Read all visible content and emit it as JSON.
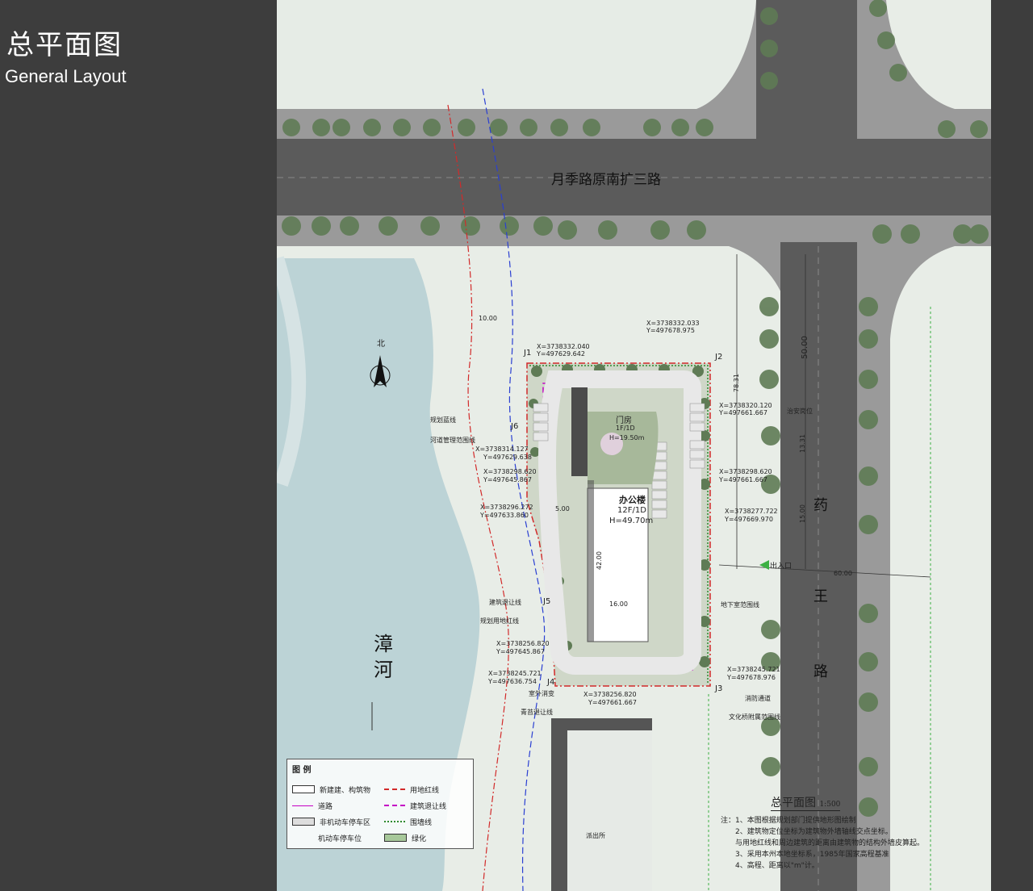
{
  "header": {
    "title": "总平面图",
    "subtitle": "General Layout"
  },
  "roads": {
    "north": "月季路原南扩三路",
    "east_chars": [
      "药",
      "王",
      "路"
    ],
    "river_chars": [
      "漳",
      "河"
    ]
  },
  "compass": "北",
  "building": {
    "name": "办公楼",
    "floors": "12F/1D",
    "height": "H=49.70m",
    "dim_len": "42.00",
    "dim_wid": "16.00"
  },
  "annex": {
    "name": "门房",
    "floors": "1F/1D",
    "height": "H=19.50m"
  },
  "entrance": "出入口",
  "dimensions": {
    "setback": "10.00",
    "d50": "50.00",
    "d1331": "13.31",
    "d15": "15.00",
    "d78": "78.31",
    "d60": "60.00",
    "d5": "5.00"
  },
  "points": {
    "j1": "J1",
    "j2": "J2",
    "j3": "J3",
    "j4": "J4",
    "j5": "J5",
    "j6": "J6"
  },
  "coords": {
    "c1x": "X=3738332.040",
    "c1y": "Y=497629.642",
    "c2x": "X=3738332.033",
    "c2y": "Y=497678.975",
    "c3x": "X=3738320.120",
    "c3y": "Y=497661.667",
    "c4x": "X=3738314.127",
    "c4y": "Y=497629.638",
    "c5x": "X=3738298.620",
    "c5y": "Y=497645.867",
    "c6x": "X=3738296.272",
    "c6y": "Y=497633.860",
    "c7x": "X=3738298.620",
    "c7y": "Y=497661.667",
    "c8x": "X=3738277.722",
    "c8y": "Y=497669.970",
    "c9x": "X=3738256.820",
    "c9y": "Y=497645.867",
    "c10x": "X=3738245.721",
    "c10y": "Y=497636.754",
    "c11x": "X=3738256.820",
    "c11y": "Y=497661.667",
    "c12x": "X=3738245.721",
    "c12y": "Y=497678.976"
  },
  "callouts": {
    "planning_line": "规划蓝线",
    "river_line": "河道管理范围线",
    "build_line": "建筑退让线",
    "red_line": "规划用地红线",
    "outdoor": "室外消变",
    "green_line": "青苔退让线",
    "security": "治安岗位",
    "basement": "地下室范围线",
    "fire": "消防通道",
    "civil": "文化桥附属范围线"
  },
  "police": "派出所",
  "legend": {
    "title": "图 例",
    "items": [
      {
        "label": "新建建、构筑物",
        "label2": "用地红线"
      },
      {
        "label": "道路",
        "label2": "建筑退让线"
      },
      {
        "label": "非机动车停车区",
        "label2": "围墙线"
      },
      {
        "label": "机动车停车位",
        "label2": "绿化"
      }
    ]
  },
  "notes": {
    "title": "总平面图",
    "scale": "1:500",
    "lines": [
      "注：1、本图根据规划部门提供地形图绘制",
      "2、建筑物定位坐标为建筑物外墙轴线交点坐标。",
      "与用地红线和周边建筑的距离由建筑物的结构外墙皮算起。",
      "3、采用本州本地坐标系，1985年国家高程基准",
      "4、高程、距离以\"m\"计。"
    ]
  },
  "colors": {
    "road": "#555555",
    "river": "#bcd3d6",
    "ground": "#e8ede7",
    "red": "#d22a2a",
    "magenta": "#c400c4",
    "blue": "#2a3fd2",
    "tree": "#5f7b55"
  }
}
